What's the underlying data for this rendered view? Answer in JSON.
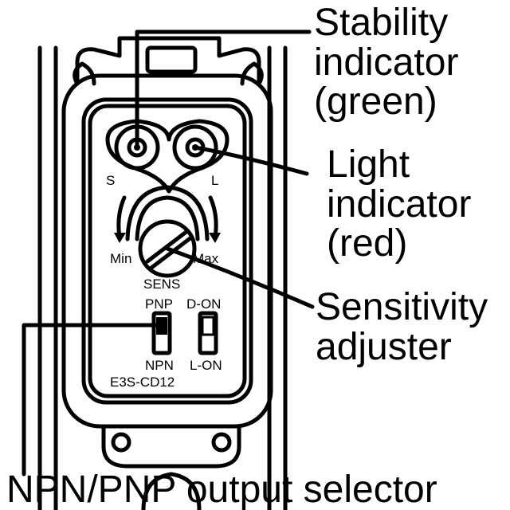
{
  "callouts": {
    "stability": [
      "Stability",
      "indicator",
      "(green)"
    ],
    "light": [
      "Light",
      "indicator",
      "(red)"
    ],
    "sensitivity": [
      "Sensitivity",
      "adjuster"
    ],
    "output_selector": "NPN/PNP output selector"
  },
  "panel": {
    "s_label": "S",
    "l_label": "L",
    "min_label": "Min",
    "max_label": "Max",
    "sens_label": "SENS",
    "pnp_label": "PNP",
    "npn_label": "NPN",
    "don_label": "D-ON",
    "lon_label": "L-ON",
    "model": "E3S-CD12"
  },
  "colors": {
    "line": "#000000",
    "background": "#ffffff"
  }
}
